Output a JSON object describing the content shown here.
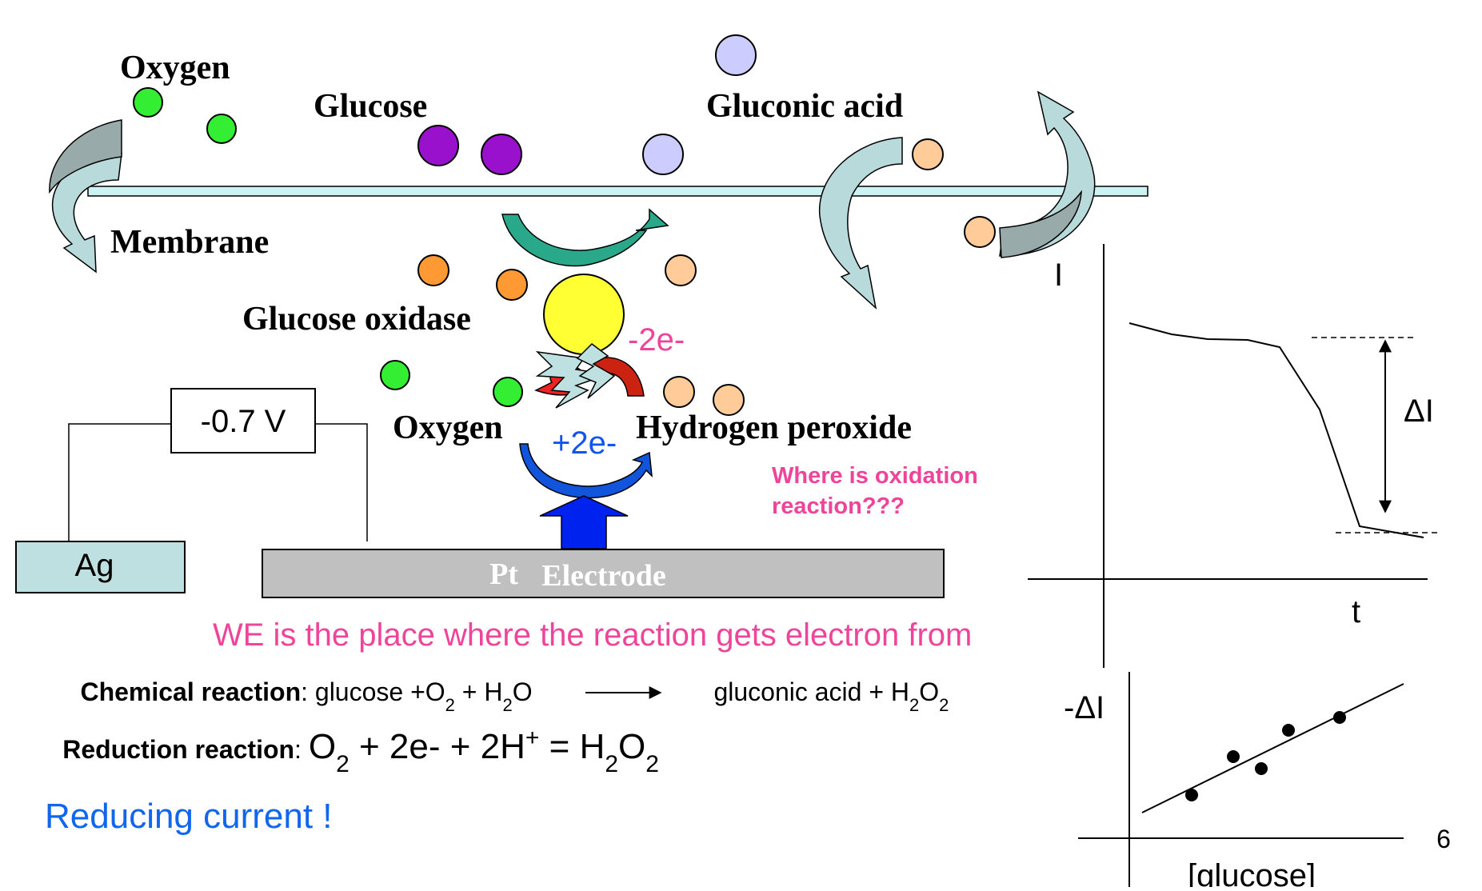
{
  "labels": {
    "oxygen_top": "Oxygen",
    "glucose": "Glucose",
    "gluconic_acid": "Gluconic acid",
    "membrane": "Membrane",
    "glucose_oxidase": "Glucose oxidase",
    "oxygen_mid": "Oxygen",
    "hydrogen_peroxide": "Hydrogen peroxide",
    "minus_2e": "-2e-",
    "plus_2e": "+2e-",
    "voltage": "-0.7 V",
    "ag": "Ag",
    "pt": "Pt",
    "electrode": "Electrode",
    "oxidation_question_line1": "Where is oxidation",
    "oxidation_question_line2": "reaction???",
    "we_note": "WE is the place where the reaction gets electron from",
    "reducing_current": "Reducing current !",
    "page_number": "6"
  },
  "equations": {
    "chemical_label": "Chemical reaction",
    "chemical_lhs": {
      "a": "glucose +O",
      "a_sub": "2",
      "b": " + H",
      "b_sub": "2",
      "c": "O"
    },
    "chemical_rhs": {
      "a": "gluconic acid + H",
      "a_sub": "2",
      "b": "O",
      "b_sub": "2"
    },
    "reduction_label": "Reduction reaction",
    "reduction": {
      "a": "O",
      "a_sub": "2",
      "b": " + 2e- + 2H",
      "b_sup": "+",
      "c": " = H",
      "c_sub": "2",
      "d": "O",
      "d_sub": "2"
    },
    "colon": ": "
  },
  "graph_current_time": {
    "ylabel": "I",
    "xlabel": "t",
    "delta_label": "ΔI"
  },
  "graph_calibration": {
    "ylabel": "-ΔI",
    "xlabel": "[glucose]"
  },
  "colors": {
    "oxygen": "#33ee33",
    "glucose": "#9911cc",
    "gluconic_acid": "#ccccff",
    "enzyme": "#ffff33",
    "orange": "#ff9933",
    "peach": "#ffcc99",
    "membrane": "#ccf2f2",
    "arrow_gray": "#99aaaa",
    "pink_text": "#ee4499",
    "blue_text": "#0055ee",
    "electrode": "#c0c0c0",
    "ag_box": "#bfe0e0"
  }
}
